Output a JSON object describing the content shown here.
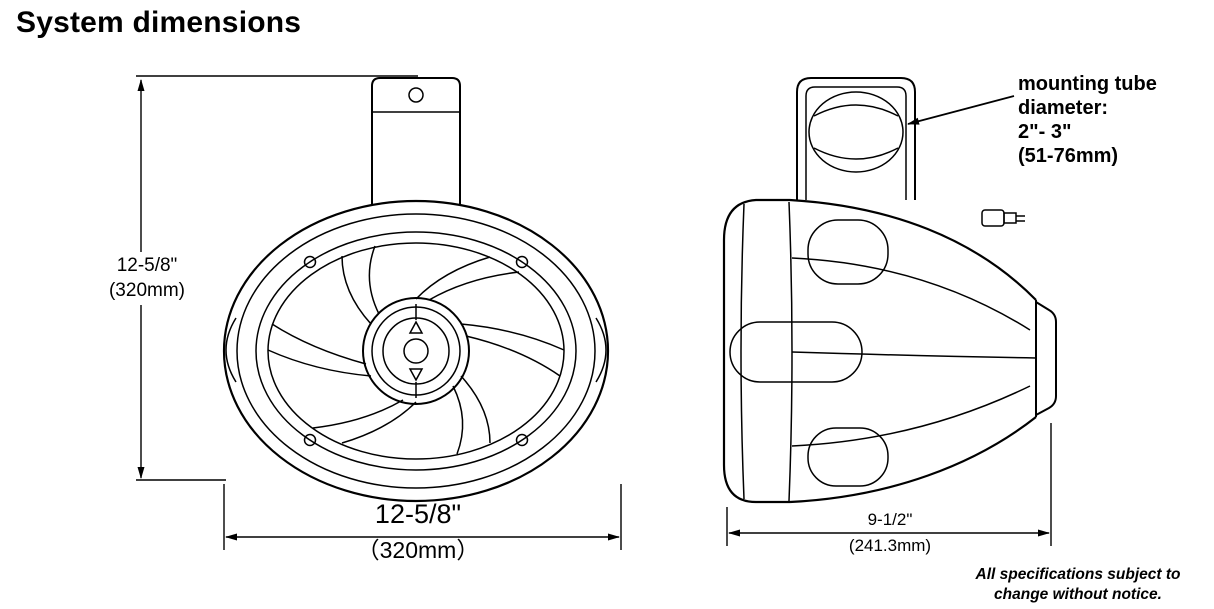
{
  "page": {
    "title": "System dimensions",
    "footnote_line1": "All specifications subject to",
    "footnote_line2": "change without notice."
  },
  "labels": {
    "front_height_in": "12-5/8\"",
    "front_height_mm": "(320mm)",
    "front_width_in": "12-5/8\"",
    "front_width_mm": "（320mm）",
    "side_depth_in": "9-1/2\"",
    "side_depth_mm": "(241.3mm)",
    "tube_line1": "mounting tube",
    "tube_line2": "diameter:",
    "tube_line3": "2\"- 3\"",
    "tube_line4": "(51-76mm)"
  }
}
